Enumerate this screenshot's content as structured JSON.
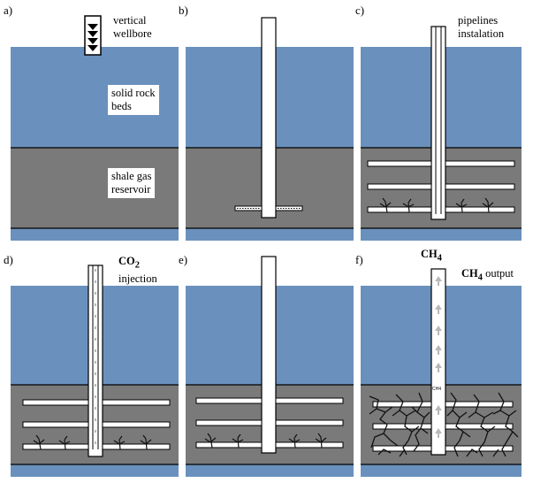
{
  "colors": {
    "water": "#6a91bd",
    "shale": "#7a7a7a",
    "divider": "#000000",
    "pipe_fill": "#ffffff",
    "fracture": "#111111",
    "arrow": "#b8b8b8"
  },
  "panels": [
    {
      "id": "a",
      "label": "a)",
      "wellbore_text": [
        "vertical",
        "wellbore"
      ],
      "rock_text": [
        "solid rock",
        "beds"
      ],
      "shale_text": [
        "shale gas",
        "reservoir"
      ]
    },
    {
      "id": "b",
      "label": "b)"
    },
    {
      "id": "c",
      "label": "c)",
      "text": [
        "pipelines",
        "instalation"
      ]
    },
    {
      "id": "d",
      "label": "d)",
      "co2_text": "CO",
      "co2_sub": "2",
      "injection_text": "injection"
    },
    {
      "id": "e",
      "label": "e)"
    },
    {
      "id": "f",
      "label": "f)",
      "ch4_top": "CH",
      "ch4_top_sub": "4",
      "output_text": "CH",
      "output_sub": "4",
      "output_suffix": " output",
      "pipe_label": "CH4"
    }
  ]
}
